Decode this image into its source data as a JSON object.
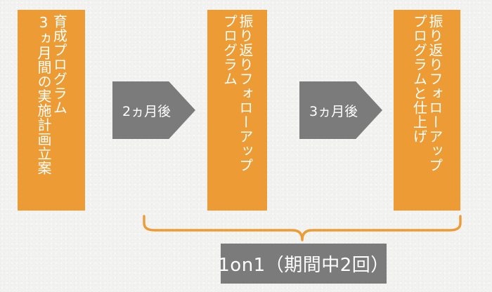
{
  "diagram": {
    "title_visible": false,
    "background_color": "#f2f2f1",
    "accent_color": "#ed9c35",
    "arrow_color": "#7b7b7b",
    "text_color": "#ffffff",
    "phases": [
      {
        "id": "phase-1",
        "column_right": "育成プログラム",
        "column_left": "3ヵ月間の実施計画立案"
      },
      {
        "id": "phase-2",
        "column_right": "振り返りフォローアップ",
        "column_left": "プログラム"
      },
      {
        "id": "phase-3",
        "column_right": "振り返りフォローアップ",
        "column_left": "プログラムと仕上げ"
      }
    ],
    "arrows": [
      {
        "id": "arrow-1",
        "label": "2ヵ月後"
      },
      {
        "id": "arrow-2",
        "label": "3ヵ月後"
      }
    ],
    "bracket": {
      "caption": "1on1（期間中2回）",
      "spans_phases": [
        2,
        3
      ]
    }
  }
}
